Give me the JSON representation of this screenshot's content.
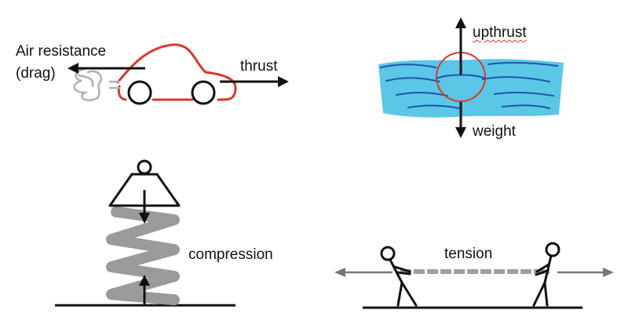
{
  "panels": {
    "car": {
      "label_air_line1": "Air resistance",
      "label_air_line2": "(drag)",
      "label_thrust": "thrust"
    },
    "boat": {
      "label_upthrust": "upthrust",
      "label_weight": "weight"
    },
    "spring": {
      "label_compression": "compression"
    },
    "rope": {
      "label_tension": "tension"
    }
  },
  "colors": {
    "ink": "#111111",
    "car_body": "#d63a2c",
    "water": "#5cc6e6",
    "water_lines": "#1d55a8",
    "buoy": "#d63a2c",
    "spring": "#9a9a9a",
    "rope": "#a0a0a0",
    "exhaust": "#b0b0b0"
  }
}
